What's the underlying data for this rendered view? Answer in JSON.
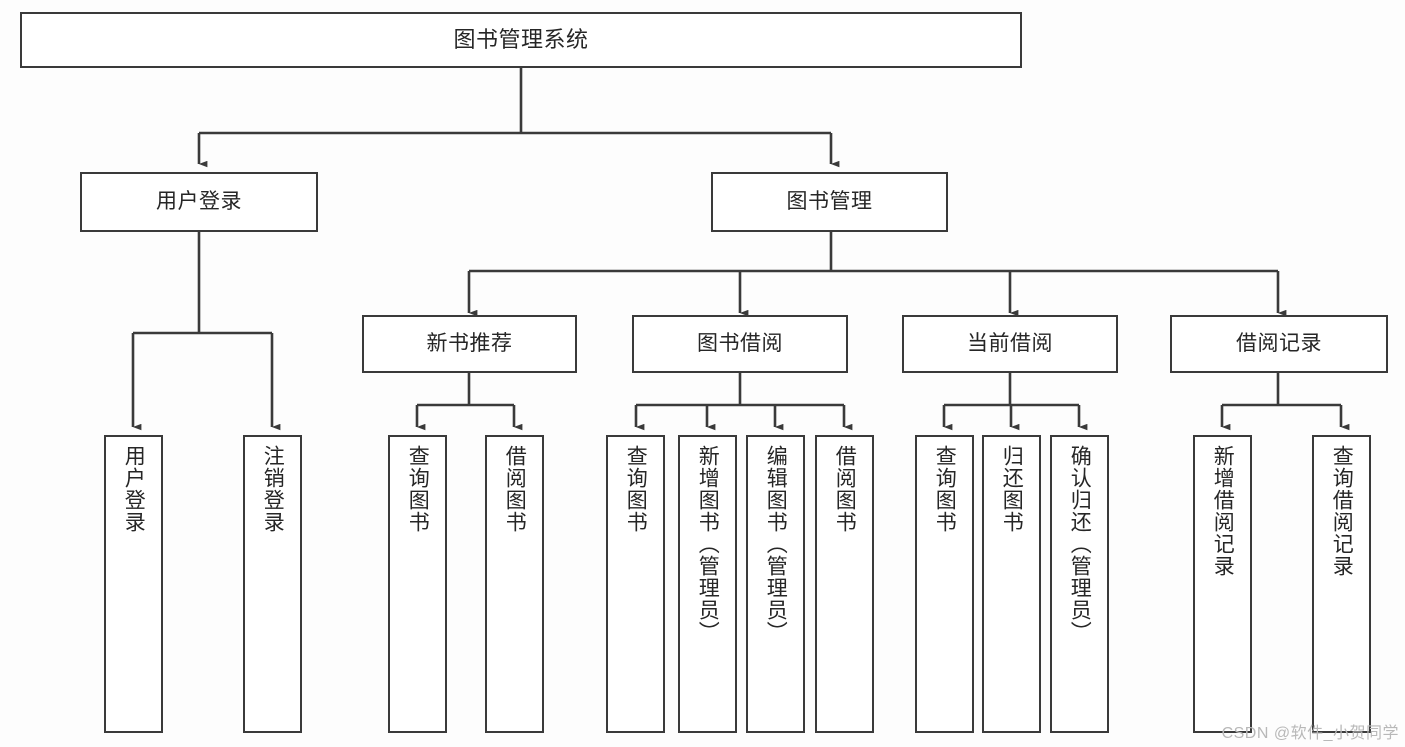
{
  "diagram": {
    "title": "图书管理系统",
    "type": "functional-structure-tree",
    "background_color": "#fdfdfd",
    "node_border_color": "#3a3a3a",
    "node_fill_color": "#ffffff",
    "edge_color": "#3a3a3a",
    "text_color": "#262626"
  },
  "root": {
    "label": "图书管理系统"
  },
  "level1": [
    {
      "label": "用户登录"
    },
    {
      "label": "图书管理"
    }
  ],
  "level2": [
    {
      "label": "新书推荐"
    },
    {
      "label": "图书借阅"
    },
    {
      "label": "当前借阅"
    },
    {
      "label": "借阅记录"
    }
  ],
  "leaves": {
    "user_login": [
      {
        "label": "用户登录"
      },
      {
        "label": "注销登录"
      }
    ],
    "new_book_recommend": [
      {
        "label": "查询图书"
      },
      {
        "label": "借阅图书"
      }
    ],
    "book_borrow": [
      {
        "label": "查询图书"
      },
      {
        "label": "新增图书（管理员）"
      },
      {
        "label": "编辑图书（管理员）"
      },
      {
        "label": "借阅图书"
      }
    ],
    "current_borrow": [
      {
        "label": "查询图书"
      },
      {
        "label": "归还图书"
      },
      {
        "label": "确认归还（管理员）"
      }
    ],
    "borrow_record": [
      {
        "label": "新增借阅记录"
      },
      {
        "label": "查询借阅记录"
      }
    ]
  },
  "watermark": {
    "text": "CSDN @软件_小贺同学"
  }
}
